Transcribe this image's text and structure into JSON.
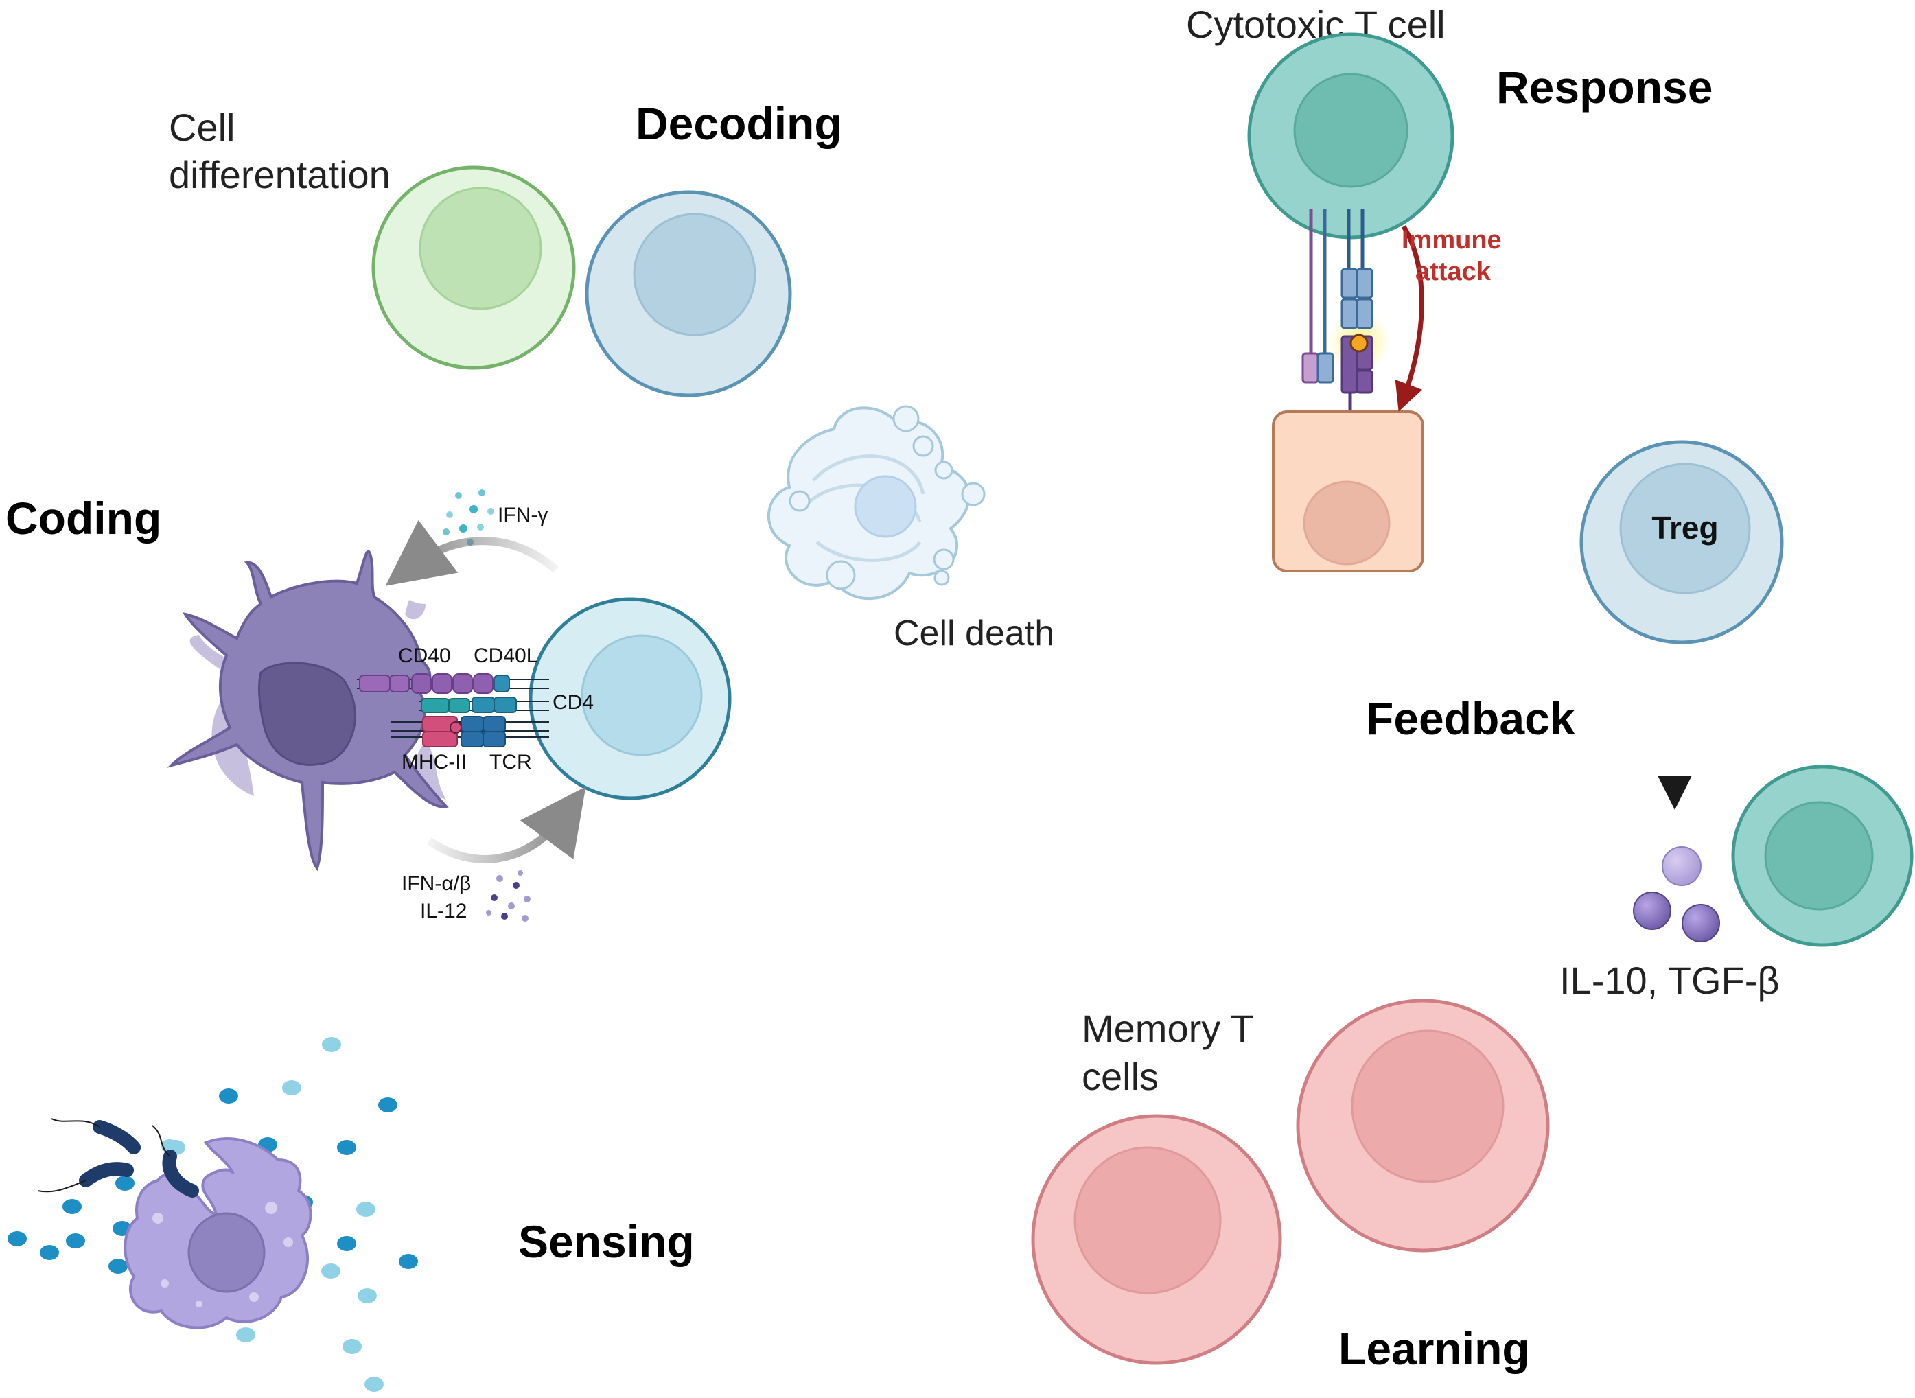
{
  "stages": {
    "decoding": "Decoding",
    "response": "Response",
    "coding": "Coding",
    "feedback": "Feedback",
    "sensing": "Sensing",
    "learning": "Learning"
  },
  "labels": {
    "cell_differentiation_1": "Cell",
    "cell_differentiation_2": "differentation",
    "cell_death": "Cell death",
    "cytotoxic_t_cell": "Cytotoxic T cell",
    "immune_attack_1": "Immune",
    "immune_attack_2": "attack",
    "treg": "Treg",
    "cytokines_feedback": "IL-10, TGF-β",
    "memory_t_cells_1": "Memory T",
    "memory_t_cells_2": "cells",
    "ifn_gamma": "IFN-γ",
    "ifn_alpha_beta": "IFN-α/β",
    "il_12": "IL-12",
    "cd40": "CD40",
    "cd40l": "CD40L",
    "cd4": "CD4",
    "mhc_ii": "MHC-II",
    "tcr": "TCR"
  },
  "colors": {
    "stage_text": "#000000",
    "immune_attack": "#c0302b",
    "green_cell": "#e3f5de",
    "blue_cell": "#d6e6ee",
    "teal_cell": "#97d3cd",
    "pink_cell": "#f6c6c6",
    "target_cell": "#fbd9c3",
    "dendritic_cell": "#8c82b8",
    "macrophage": "#b2a6e0"
  }
}
